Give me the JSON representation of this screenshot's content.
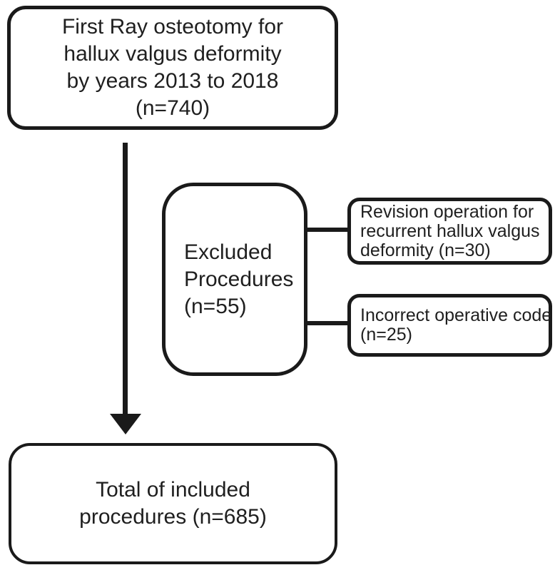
{
  "diagram": {
    "type": "flowchart",
    "boxes": {
      "start": {
        "lines": [
          "First Ray osteotomy for",
          "hallux valgus deformity",
          "by years 2013 to 2018",
          "(n=740)"
        ],
        "n": 740
      },
      "excluded": {
        "lines": [
          "Excluded",
          "Procedures",
          "(n=55)"
        ],
        "n": 55
      },
      "reason_revision": {
        "lines": [
          "Revision operation for",
          "recurrent hallux valgus",
          "deformity (n=30)"
        ],
        "n": 30
      },
      "reason_incorrect_code": {
        "lines": [
          "Incorrect operative code",
          "(n=25)"
        ],
        "n": 25
      },
      "total": {
        "lines": [
          "Total of included",
          "procedures (n=685)"
        ],
        "n": 685
      }
    },
    "colors": {
      "stroke": "#1a1a1a",
      "background": "#ffffff",
      "text": "#1f1f1f"
    }
  }
}
